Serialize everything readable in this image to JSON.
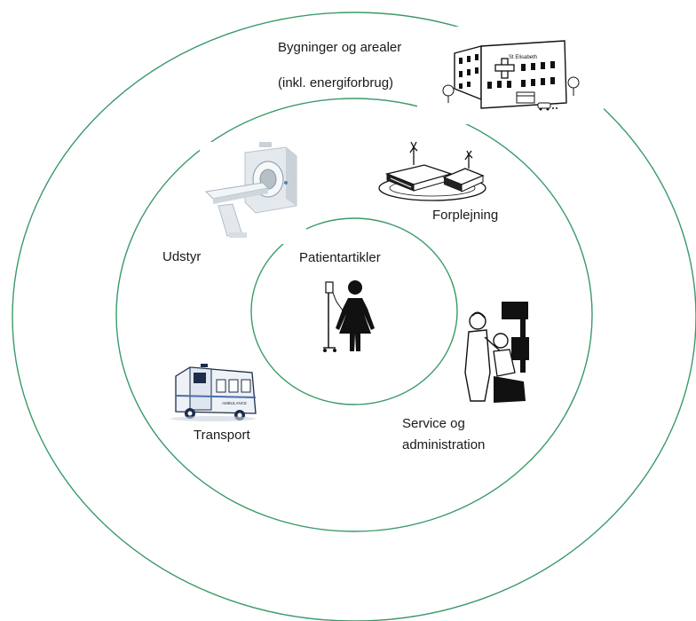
{
  "diagram": {
    "ring_color": "#3a9a6a",
    "labels": {
      "outer_line1": "Bygninger og arealer",
      "outer_line2": "(inkl. energiforbrug)",
      "food": "Forplejning",
      "equipment": "Udstyr",
      "center": "Patientartikler",
      "transport": "Transport",
      "service_line1": "Service og",
      "service_line2": "administration"
    },
    "icons": {
      "hospital": "hospital-building-icon",
      "scanner": "ct-scanner-icon",
      "food": "sandwich-plate-icon",
      "patient": "patient-with-iv-icon",
      "nurse": "nurse-computer-icon",
      "ambulance": "ambulance-icon"
    },
    "hospital_sign": "St Elisabeth",
    "ambulance_text": "AMBULANCE"
  }
}
